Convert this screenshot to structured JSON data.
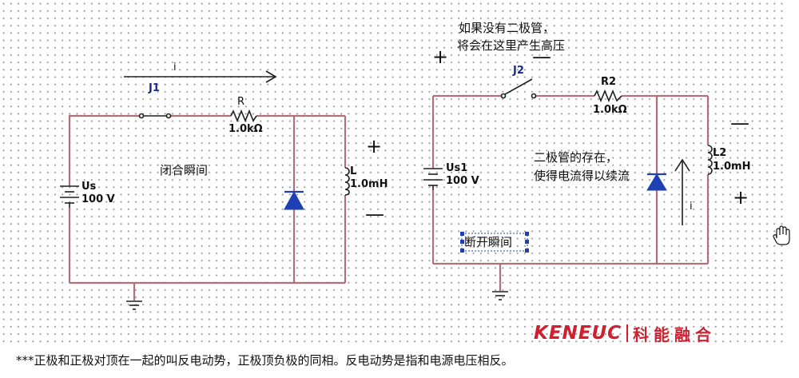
{
  "left_circuit": {
    "switch_label": "J1",
    "current_label": "i",
    "resistor_name": "R",
    "resistor_value": "1.0kΩ",
    "source_name": "Us",
    "source_value": "100 V",
    "inductor_name": "L",
    "inductor_value": "1.0mH",
    "state_text": "闭合瞬间",
    "plus_sign": "+",
    "minus_sign": "—"
  },
  "right_circuit": {
    "note_line1": "如果没有二极管，",
    "note_line2": "将会在这里产生高压",
    "switch_label": "J2",
    "resistor_name": "R2",
    "resistor_value": "1.0kΩ",
    "source_name": "Us1",
    "source_value": "100 V",
    "inductor_name": "L2",
    "inductor_value": "1.0mH",
    "diode_note_line1": "二极管的存在，",
    "diode_note_line2": "使得电流得以续流",
    "current_label": "i",
    "state_text": "断开瞬间",
    "plus_sign": "+",
    "minus_sign": "—"
  },
  "brand": {
    "name_en": "KENEUC",
    "name_zh": "科能融合"
  },
  "footer_text": "***正极和正极对顶在一起的叫反电动势，正极顶负极的同相。反电动势是指和电源电压相反。",
  "colors": {
    "wire": "#b0707a",
    "diode": "#1f3fb5",
    "brand": "#cf2030",
    "selection": "#1f3fb5"
  }
}
